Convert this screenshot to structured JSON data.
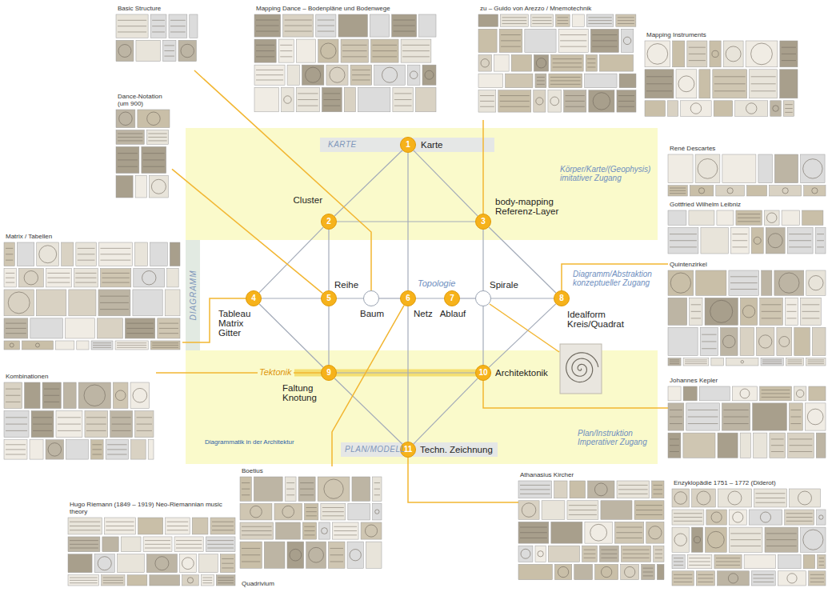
{
  "diagram": {
    "nodes": [
      {
        "text": [
          "Körper/Karte/(Geophysis) imitativer Zugang"
        ]
      },
      {
        "text": [
          "KARTE"
        ],
        "in": 0
      },
      {
        "text": [
          "1",
          "Karte"
        ],
        "in": 1
      },
      {
        "text": [
          "2",
          "Cluster"
        ],
        "in": 0
      },
      {
        "text": [
          "3",
          "body-mapping Referenz-Layer"
        ],
        "in": 0
      },
      {
        "text": [
          "DIAGRAMM"
        ]
      },
      {
        "text": [
          "4",
          "Tableau Matrix Gitter"
        ]
      },
      {
        "text": [
          "5",
          "Reihe"
        ]
      },
      {
        "text": [
          "Baum"
        ]
      },
      {
        "text": [
          "6",
          "Netz"
        ]
      },
      {
        "text": [
          "7",
          "Ablauf"
        ]
      },
      {
        "text": [
          "Spirale"
        ]
      },
      {
        "text": [
          "8",
          "Idealform Kreis/Quadrat"
        ]
      },
      {
        "text": [
          "Tektonik",
          "Plan/Instruktion Imperativer Zugang",
          "Diagrammatik in der Architektur"
        ]
      },
      {
        "text": [
          "9",
          "Faltung Knotung"
        ],
        "in": 13
      },
      {
        "text": [
          "10",
          "Architektonik"
        ],
        "in": 13
      },
      {
        "text": [
          "PLAN/MODELL"
        ],
        "in": 13
      },
      {
        "text": [
          "11",
          "Techn. Zeichnung"
        ],
        "in": 16
      },
      {
        "text": [
          "Basic Structure"
        ]
      },
      {
        "text": [
          "Mapping Dance – Bodenpläne und Bodenwege"
        ]
      },
      {
        "text": [
          "zu – Guido von Arezzo / Mnemotechnik"
        ]
      },
      {
        "text": [
          "Mapping Instruments"
        ]
      },
      {
        "text": [
          "Dance-Notation (um 900)"
        ]
      },
      {
        "text": [
          "Matrix / Tabellen"
        ]
      },
      {
        "text": [
          "Kombinationen"
        ]
      },
      {
        "text": [
          "René Descartes"
        ]
      },
      {
        "text": [
          "Gottfried Wilhelm Leibniz"
        ]
      },
      {
        "text": [
          "Quintenzirkel"
        ]
      },
      {
        "text": [
          "Johannes Kepler"
        ]
      },
      {
        "text": [
          "Hugo Riemann (1849 – 1919) Neo-Riemannian music theory"
        ]
      },
      {
        "text": [
          "Boetius",
          "Quadrivium"
        ]
      },
      {
        "text": [
          "Athanasius Kircher"
        ]
      },
      {
        "text": [
          "Enzyklopädie 1751 – 1772 (Diderot)"
        ]
      }
    ],
    "edges": [
      {
        "from": 2,
        "to": 3,
        "arrow": "none"
      },
      {
        "from": 3,
        "to": 6,
        "arrow": "none"
      },
      {
        "from": 2,
        "to": 4,
        "arrow": "none"
      },
      {
        "from": 4,
        "to": 12,
        "arrow": "none"
      },
      {
        "from": 6,
        "to": 14,
        "arrow": "none"
      },
      {
        "from": 14,
        "to": 17,
        "arrow": "none"
      },
      {
        "from": 12,
        "to": 15,
        "arrow": "none"
      },
      {
        "from": 15,
        "to": 17,
        "arrow": "none"
      },
      {
        "from": 3,
        "to": 4,
        "arrow": "none"
      },
      {
        "from": 14,
        "to": 15,
        "arrow": "none"
      },
      {
        "from": 3,
        "to": 7,
        "arrow": "none"
      },
      {
        "from": 7,
        "to": 14,
        "arrow": "none"
      },
      {
        "from": 4,
        "to": 11,
        "arrow": "none"
      },
      {
        "from": 11,
        "to": 15,
        "arrow": "none"
      },
      {
        "from": 6,
        "to": 7,
        "arrow": "none"
      },
      {
        "from": 7,
        "to": 8,
        "arrow": "none"
      },
      {
        "from": 8,
        "to": 9,
        "arrow": "none"
      },
      {
        "from": 9,
        "to": 10,
        "arrow": "none"
      },
      {
        "from": 10,
        "to": 11,
        "arrow": "none"
      },
      {
        "from": 11,
        "to": 12,
        "arrow": "none"
      },
      {
        "from": 2,
        "to": 9,
        "arrow": "none"
      },
      {
        "from": 9,
        "to": 17,
        "arrow": "none"
      },
      {
        "from": 18,
        "to": 8,
        "arrow": "none"
      },
      {
        "from": 22,
        "to": 7,
        "arrow": "none"
      },
      {
        "from": 23,
        "to": 6,
        "arrow": "none"
      },
      {
        "from": 24,
        "to": 14,
        "arrow": "none"
      },
      {
        "from": 9,
        "to": 30,
        "arrow": "none"
      },
      {
        "from": 15,
        "to": 28,
        "arrow": "none"
      },
      {
        "from": 17,
        "to": 31,
        "arrow": "none"
      },
      {
        "from": 12,
        "to": 27,
        "arrow": "none"
      },
      {
        "from": 4,
        "to": 20,
        "arrow": "none"
      }
    ],
    "labels": [
      "Topologie",
      "Diagramm/Abstraktion konzeptueller Zugang"
    ]
  }
}
